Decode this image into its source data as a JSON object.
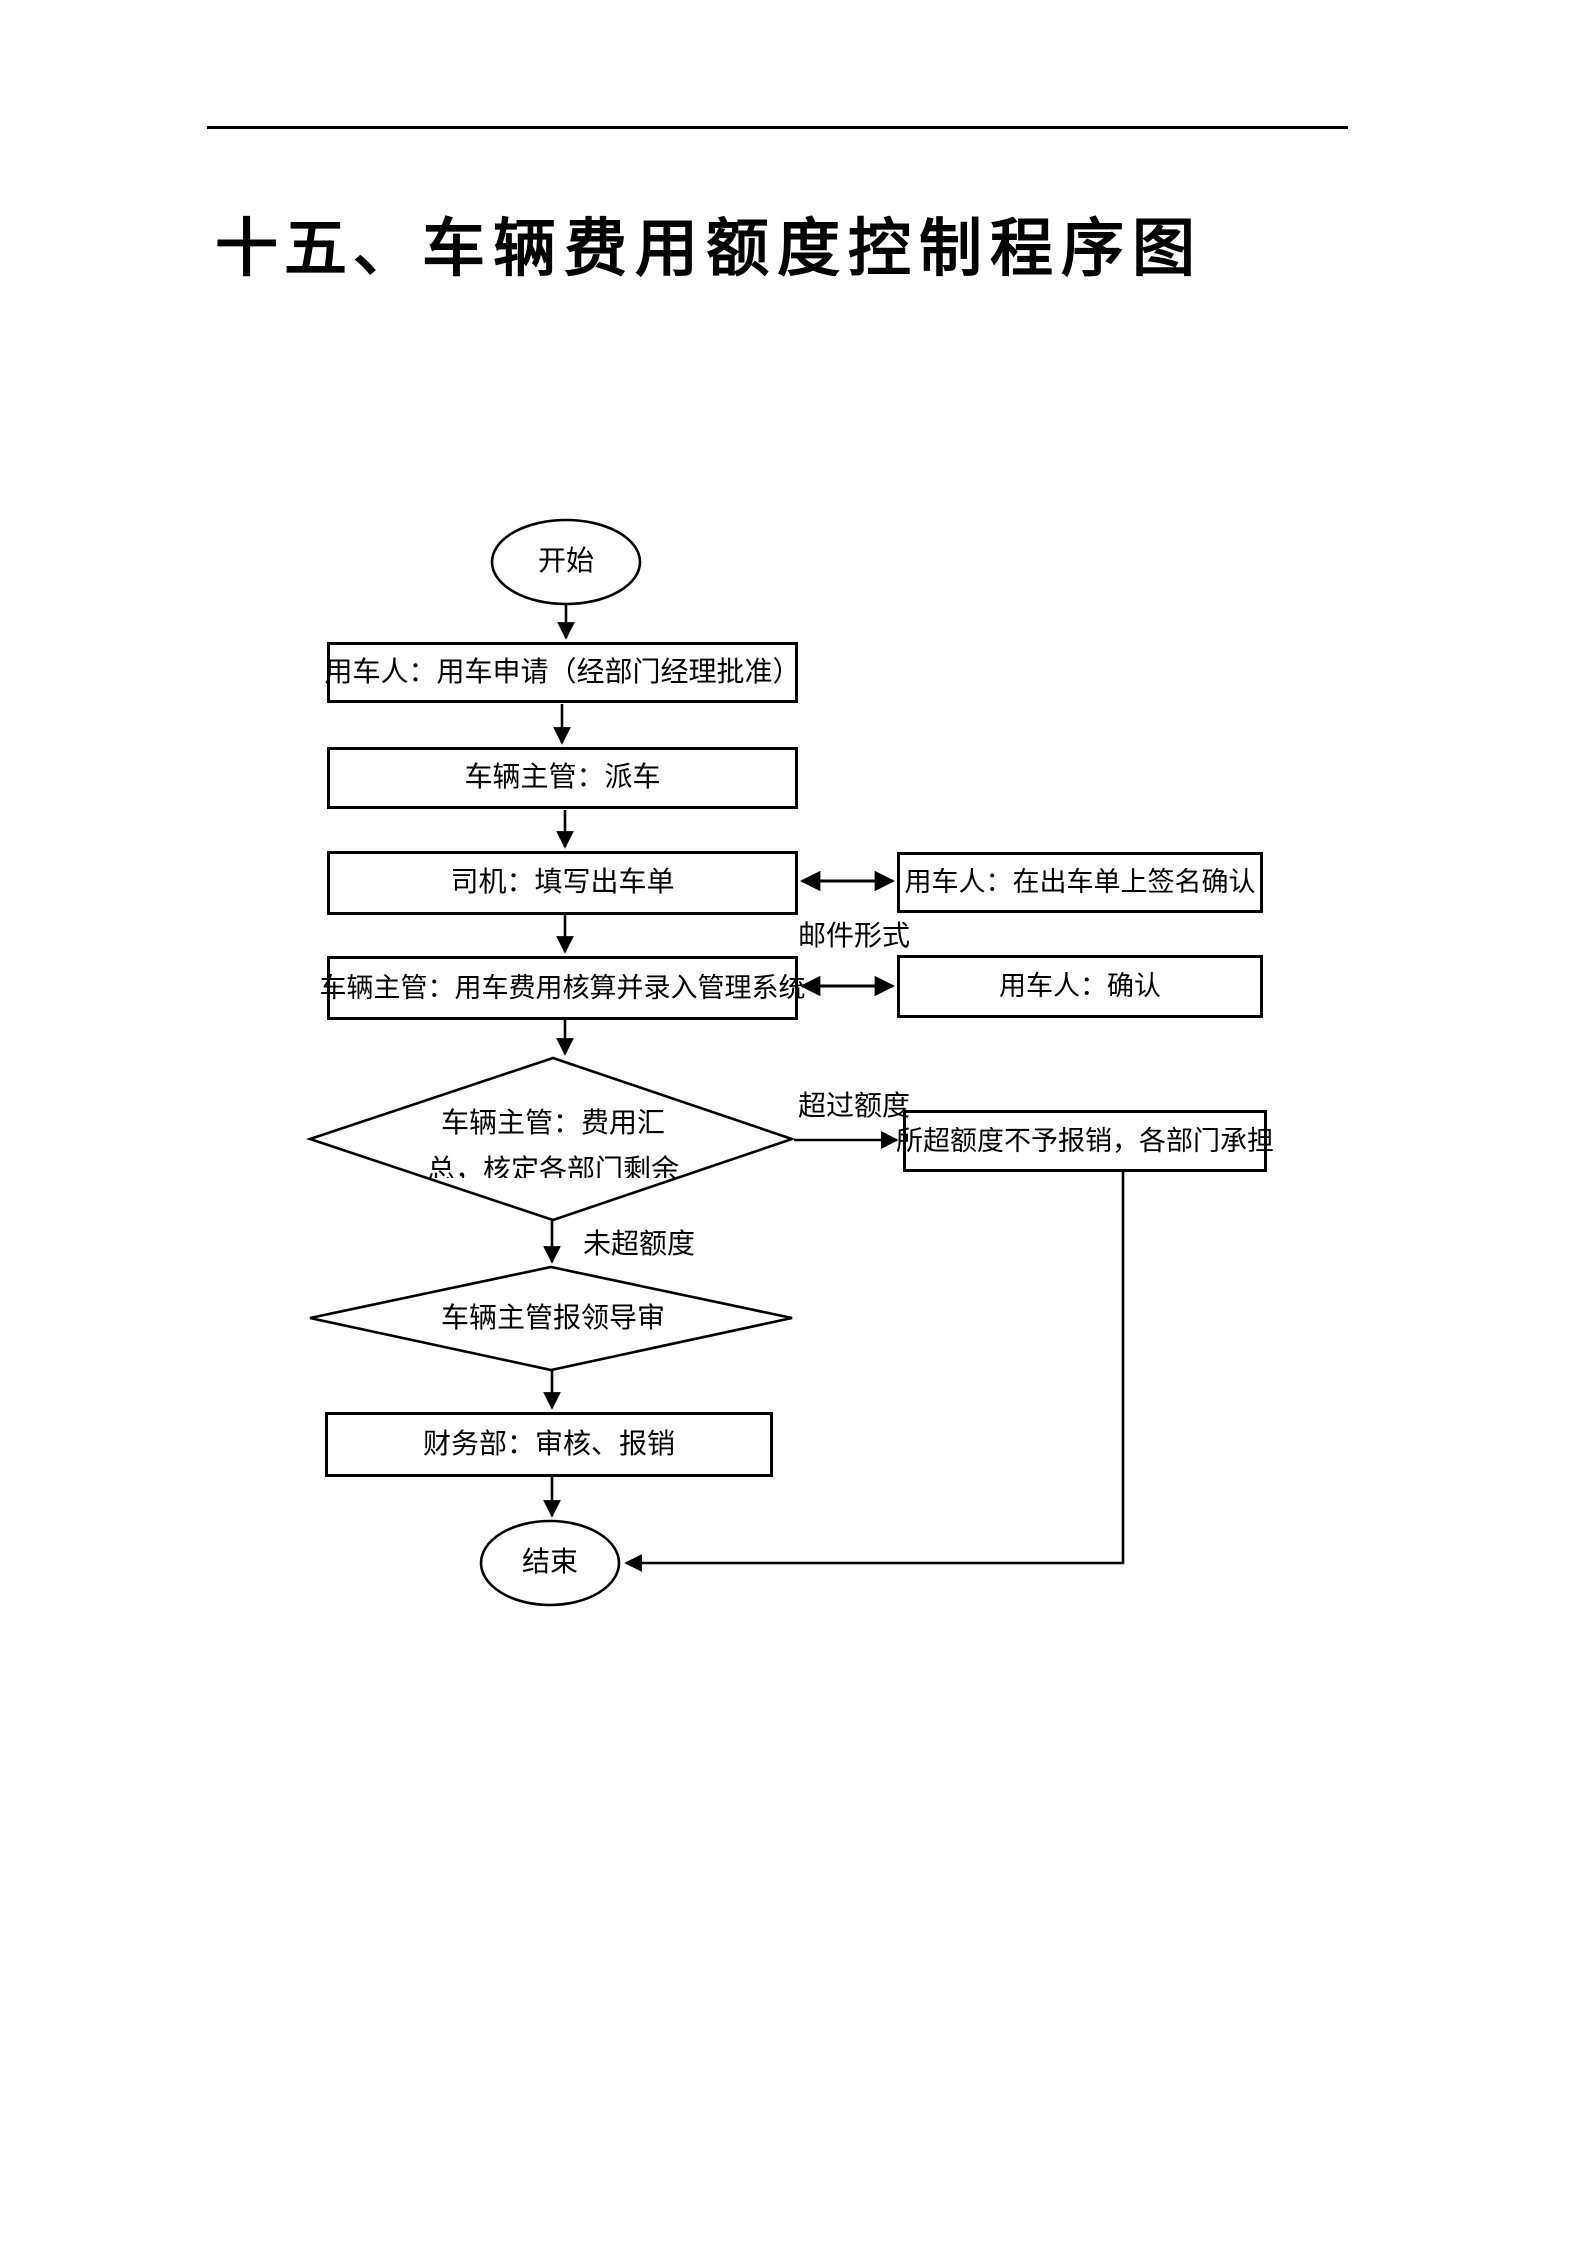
{
  "title": {
    "number": "十五、",
    "text": "车辆费用额度控制程序图"
  },
  "flowchart": {
    "start_label": "开始",
    "end_label": "结束",
    "boxes": {
      "apply": "用车人：用车申请（经部门经理批准）",
      "dispatch": "车辆主管：派车",
      "driver_fill": "司机：填写出车单",
      "user_sign": "用车人：在出车单上签名确认",
      "cost_account": "车辆主管：用车费用核算并录入管理系统",
      "user_confirm": "用车人：确认",
      "over_quota_result": "所超额度不予报销，各部门承担",
      "finance_audit": "财务部：审核、报销"
    },
    "decisions": {
      "summary_line1": "车辆主管：费用汇",
      "summary_line2": "总，核定各部门剩余",
      "leader_review": "车辆主管报领导审"
    },
    "edge_labels": {
      "email_form": "邮件形式",
      "over_quota": "超过额度",
      "within_quota": "未超额度"
    }
  }
}
